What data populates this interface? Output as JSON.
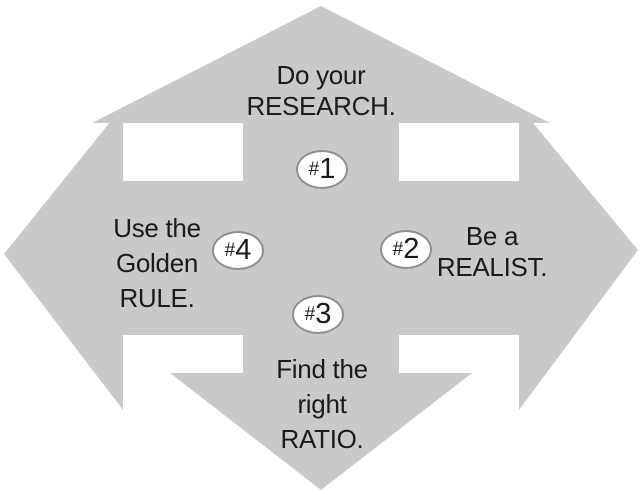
{
  "diagram": {
    "title_implicit": "Four-way arrow tips diagram",
    "background": "#ffffff",
    "arrow_color": "#c9c9c9",
    "text_color": "#1b1b1b",
    "badge_fill": "#ffffff",
    "badge_border": "#8f8f8f",
    "items": [
      {
        "direction": "up",
        "badge_hash": "#",
        "badge_number": "1",
        "lines": [
          "Do your",
          "RESEARCH."
        ]
      },
      {
        "direction": "right",
        "badge_hash": "#",
        "badge_number": "2",
        "lines": [
          "Be a",
          "REALIST."
        ]
      },
      {
        "direction": "down",
        "badge_hash": "#",
        "badge_number": "3",
        "lines": [
          "Find the",
          "right",
          "RATIO."
        ]
      },
      {
        "direction": "left",
        "badge_hash": "#",
        "badge_number": "4",
        "lines": [
          "Use the",
          "Golden",
          "RULE."
        ]
      }
    ]
  }
}
